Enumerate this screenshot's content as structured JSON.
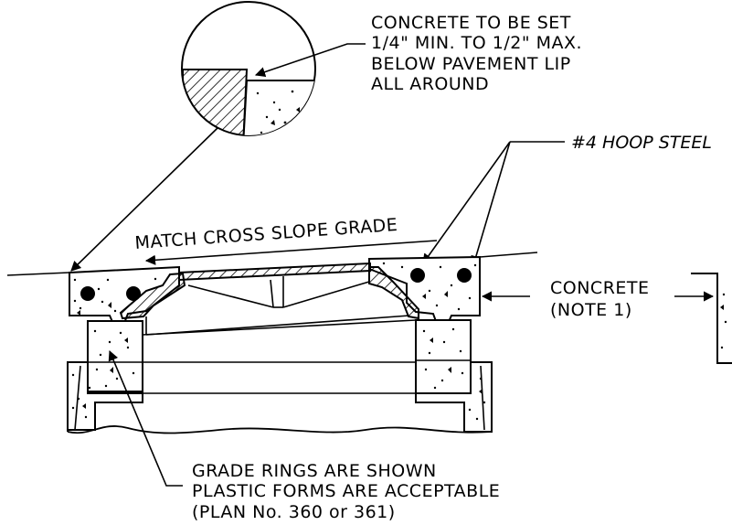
{
  "notes": {
    "detail_callout": [
      "CONCRETE TO BE SET",
      "1/4\" MIN. TO 1/2\" MAX.",
      "BELOW PAVEMENT LIP",
      "ALL AROUND"
    ],
    "hoop_steel": "#4 HOOP STEEL",
    "slope": "MATCH CROSS SLOPE GRADE",
    "concrete": [
      "CONCRETE",
      "(NOTE 1)"
    ],
    "grade_rings": [
      "GRADE RINGS ARE SHOWN",
      "PLASTIC FORMS ARE ACCEPTABLE",
      "(PLAN No. 360 or 361)"
    ]
  }
}
